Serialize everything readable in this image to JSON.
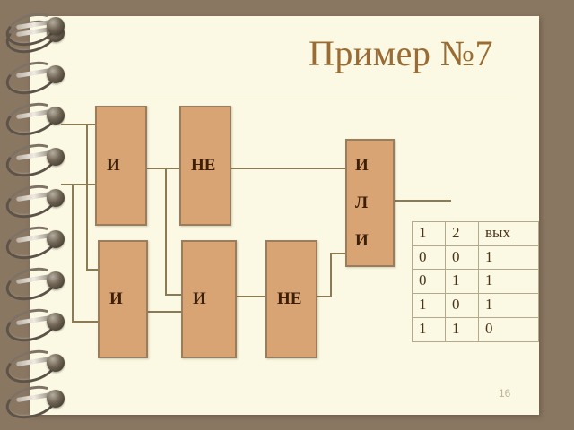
{
  "slide": {
    "title": "Пример №7",
    "page_number": "16",
    "background_color": "#8a7762",
    "page_color": "#fbf9e3",
    "title_color": "#9a6b33",
    "gate_fill_color": "#d9a473",
    "gate_border_color": "#9a7d5c",
    "wire_color": "#8a7a55"
  },
  "circuit": {
    "gates": [
      {
        "id": "and-top-left",
        "label": "И",
        "orientation": "horizontal"
      },
      {
        "id": "not-top",
        "label": "НЕ",
        "orientation": "horizontal"
      },
      {
        "id": "or-right",
        "label": "ИЛИ",
        "orientation": "vertical",
        "letters": [
          "И",
          "Л",
          "И"
        ]
      },
      {
        "id": "and-bottom-left",
        "label": "И",
        "orientation": "horizontal"
      },
      {
        "id": "and-bottom-mid",
        "label": "И",
        "orientation": "horizontal"
      },
      {
        "id": "not-bottom",
        "label": "НЕ",
        "orientation": "horizontal"
      }
    ]
  },
  "truth_table": {
    "headers": [
      "1",
      "2",
      "вых"
    ],
    "rows": [
      [
        "0",
        "0",
        "1"
      ],
      [
        "0",
        "1",
        "1"
      ],
      [
        "1",
        "0",
        "1"
      ],
      [
        "1",
        "1",
        "0"
      ]
    ]
  }
}
